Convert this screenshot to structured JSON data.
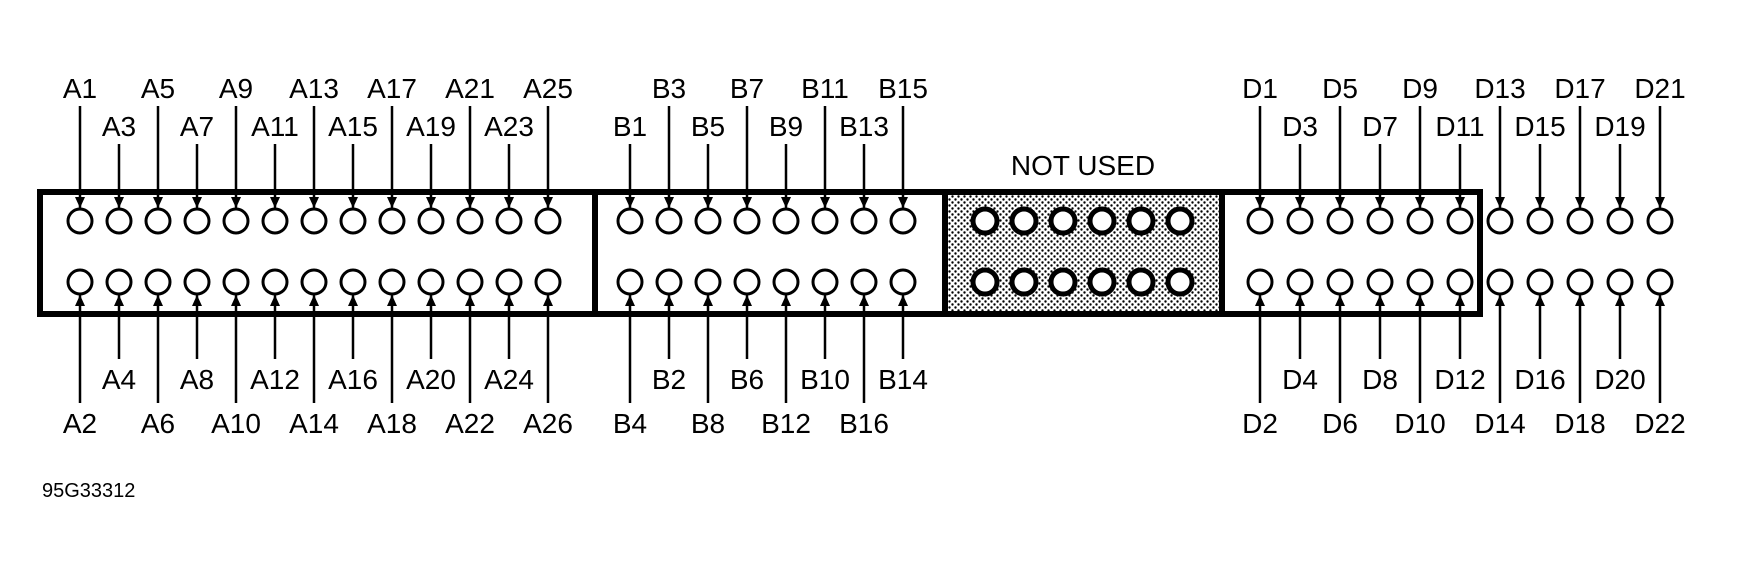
{
  "not_used_label": "NOT USED",
  "figure_code": "95G33312",
  "colors": {
    "ink": "#000000",
    "background": "#ffffff",
    "not_used_fill": "#b0b0b0"
  },
  "sections": [
    {
      "id": "A",
      "top_upper": [
        "A1",
        "A5",
        "A9",
        "A13",
        "A17",
        "A21",
        "A25"
      ],
      "top_lower": [
        "A3",
        "A7",
        "A11",
        "A15",
        "A19",
        "A23"
      ],
      "bottom_upper": [
        "A4",
        "A8",
        "A12",
        "A16",
        "A20",
        "A24"
      ],
      "bottom_lower": [
        "A2",
        "A6",
        "A10",
        "A14",
        "A18",
        "A22",
        "A26"
      ]
    },
    {
      "id": "B",
      "top_upper": [
        "B3",
        "B7",
        "B11",
        "B15"
      ],
      "top_lower": [
        "B1",
        "B5",
        "B9",
        "B13"
      ],
      "bottom_upper": [
        "B2",
        "B6",
        "B10",
        "B14"
      ],
      "bottom_lower": [
        "B4",
        "B8",
        "B12",
        "B16"
      ]
    },
    {
      "id": "D",
      "top_upper": [
        "D1",
        "D5",
        "D9",
        "D13",
        "D17",
        "D21"
      ],
      "top_lower": [
        "D3",
        "D7",
        "D11",
        "D15",
        "D19"
      ],
      "bottom_upper": [
        "D4",
        "D8",
        "D12",
        "D16",
        "D20"
      ],
      "bottom_lower": [
        "D2",
        "D6",
        "D10",
        "D14",
        "D18",
        "D22"
      ]
    }
  ]
}
